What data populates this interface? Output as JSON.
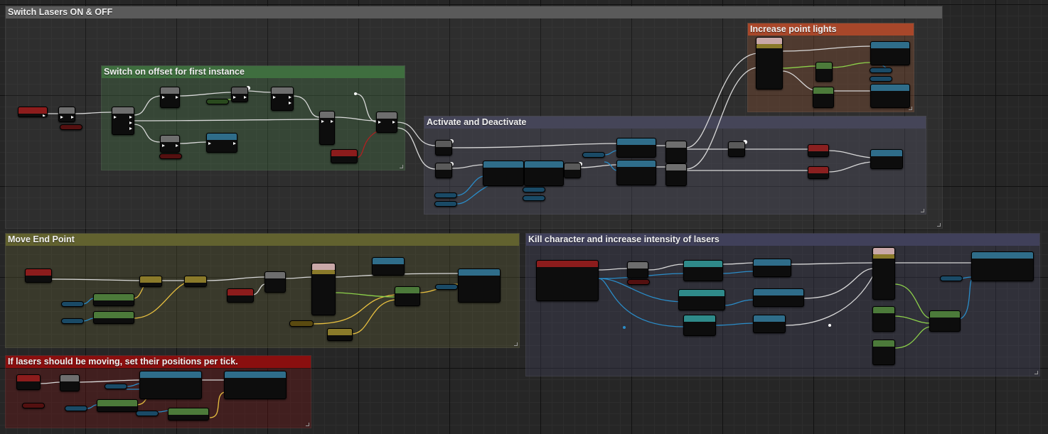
{
  "graph": {
    "comments": {
      "switch_lasers": {
        "title": "Switch Lasers ON & OFF",
        "color": "#595959"
      },
      "switch_offset": {
        "title": "Switch on offset for first instance",
        "color": "#4a7a4a"
      },
      "increase_lights": {
        "title": "Increase point lights",
        "color": "#b0482a"
      },
      "activate_deactivate": {
        "title": "Activate and Deactivate",
        "color": "#4a4a5e"
      },
      "move_end_point": {
        "title": "Move End Point",
        "color": "#6b6b3a"
      },
      "kill_character": {
        "title": "Kill character and increase intensity of lasers",
        "color": "#4a4a66"
      },
      "lasers_moving": {
        "title": "If lasers should be moving, set their positions per tick.",
        "color": "#8a1010"
      }
    },
    "node_colors": {
      "event": "#8c1c1c",
      "flow": "#6e6e6e",
      "function": "#2f6d8a",
      "pure": "#4c7a3a",
      "struct": "#8a7a2a",
      "variable": "#2a8aa8",
      "delay": "#5a5a5a"
    },
    "wire_colors": {
      "exec": "#e0e0e0",
      "object": "#2a8cc8",
      "float": "#8cd04a",
      "vector": "#e8c040",
      "bool": "#a01010"
    }
  }
}
